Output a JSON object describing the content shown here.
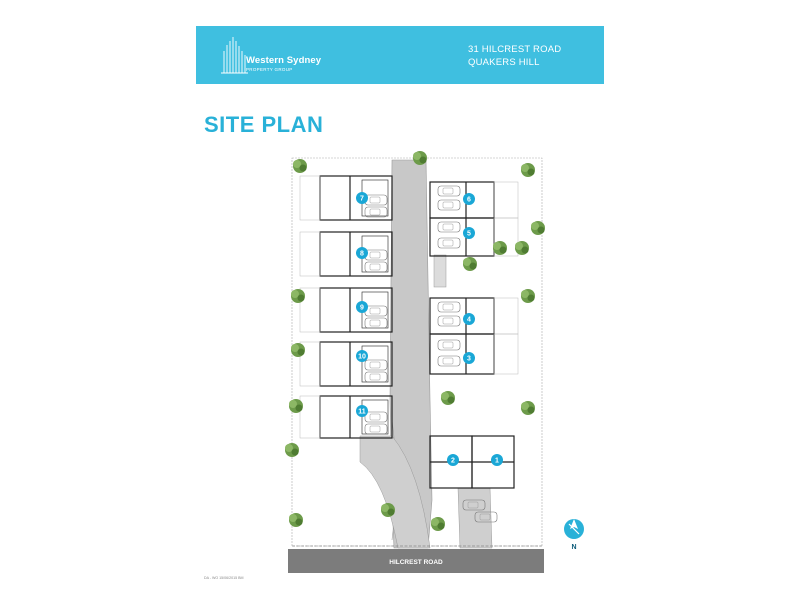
{
  "brand": {
    "name": "Western Sydney",
    "sub": "PROPERTY GROUP"
  },
  "address": {
    "line1": "31 HILCREST ROAD",
    "line2": "QUAKERS HILL"
  },
  "page_title": "SITE PLAN",
  "road_name": "HILCREST ROAD",
  "north_label": "N",
  "footnote": "DA - WO 15/06/2015 BM",
  "units": [
    {
      "number": "1"
    },
    {
      "number": "2"
    },
    {
      "number": "3"
    },
    {
      "number": "4"
    },
    {
      "number": "5"
    },
    {
      "number": "6"
    },
    {
      "number": "7"
    },
    {
      "number": "8"
    },
    {
      "number": "9"
    },
    {
      "number": "10"
    },
    {
      "number": "11"
    }
  ],
  "colors": {
    "banner": "#3fbfe0",
    "title": "#29b1d8",
    "marker": "#1aa7d6",
    "road": "#7c7c7c",
    "driveway": "#c8c8c8"
  }
}
